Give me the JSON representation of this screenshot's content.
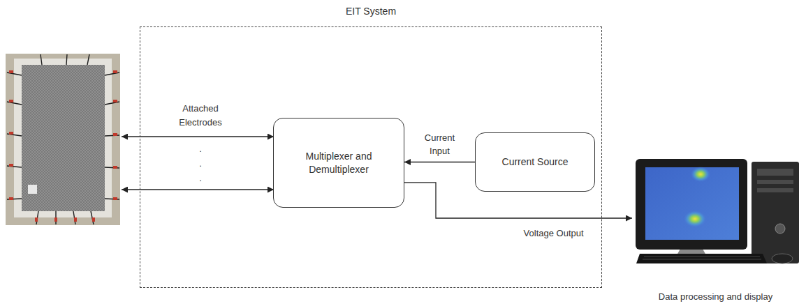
{
  "diagram": {
    "nodes": [
      {
        "text": [
          "EIT System"
        ]
      },
      {
        "text": [
          "Multiplexer and Demultiplexer"
        ],
        "in": 0
      },
      {
        "text": [
          "Current Source"
        ],
        "in": 0
      },
      {
        "text": [
          "Data processing and display"
        ]
      }
    ],
    "edges": [
      {
        "from": 2,
        "to": 1,
        "arrow": "to",
        "label": "Current Input"
      },
      {
        "from": 1,
        "to": 3,
        "arrow": "to",
        "label": "Voltage Output"
      }
    ],
    "labels": [
      "Attached Electrodes",
      ".",
      ".",
      "."
    ]
  }
}
